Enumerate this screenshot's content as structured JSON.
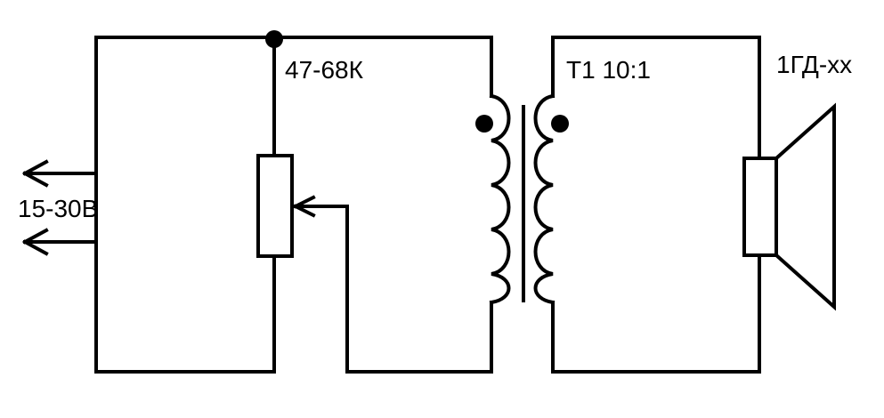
{
  "labels": {
    "supply_voltage": "15-30В",
    "potentiometer": "47-68К",
    "transformer": "Т1 10:1",
    "speaker": "1ГД-хх"
  },
  "colors": {
    "line": "#000000",
    "background": "#ffffff"
  }
}
